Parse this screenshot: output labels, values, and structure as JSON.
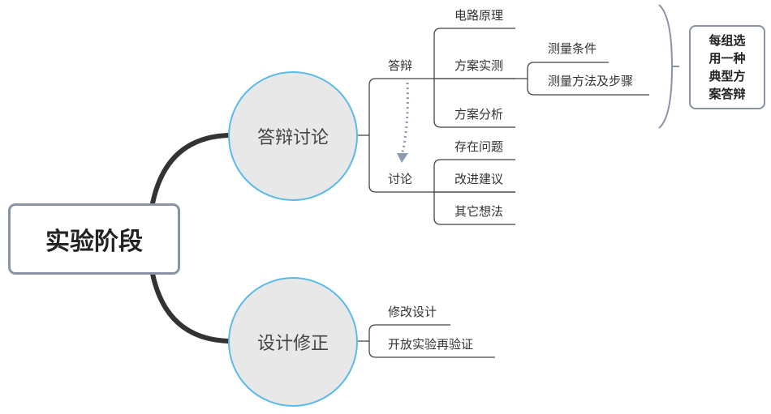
{
  "root": "实验阶段",
  "branches": [
    {
      "label": "答辩讨论",
      "children": [
        {
          "label": "答辩",
          "children": [
            {
              "label": "电路原理"
            },
            {
              "label": "方案实测",
              "children": [
                {
                  "label": "测量条件"
                },
                {
                  "label": "测量方法及步骤"
                }
              ]
            },
            {
              "label": "方案分析"
            }
          ]
        },
        {
          "label": "讨论",
          "children": [
            {
              "label": "存在问题"
            },
            {
              "label": "改进建议"
            },
            {
              "label": "其它想法"
            }
          ]
        }
      ],
      "summary": "每组选\n用一种\n典型方\n案答辩"
    },
    {
      "label": "设计修正",
      "children": [
        {
          "label": "修改设计"
        },
        {
          "label": "开放实验再验证"
        }
      ]
    }
  ],
  "colors": {
    "circle_stroke": "#5bbbe8",
    "circle_fill": "#e8e8e8",
    "border": "#8a93a3",
    "arrow": "#8a9ab0"
  }
}
